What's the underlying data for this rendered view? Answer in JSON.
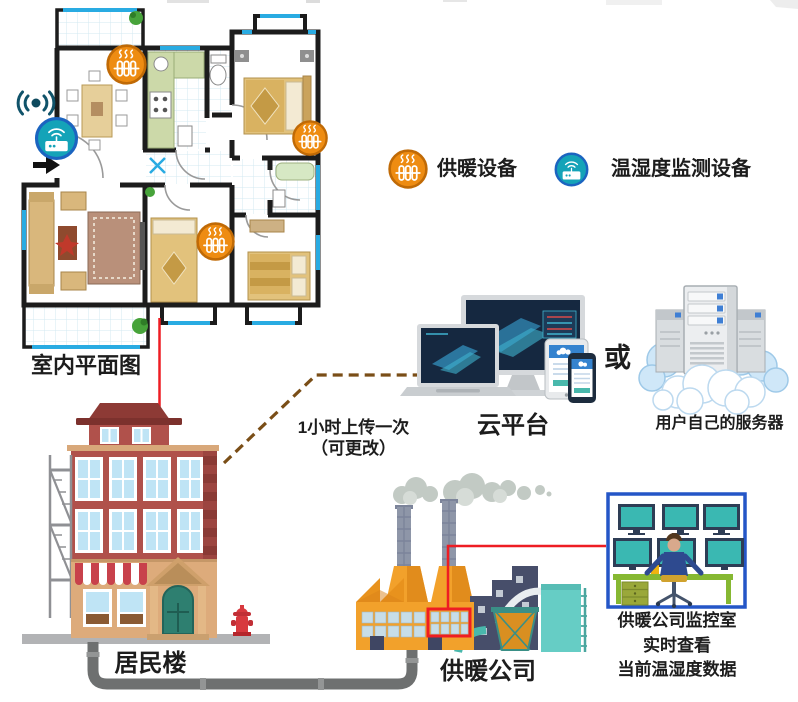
{
  "legend": {
    "heating": "供暖设备",
    "monitoring": "温湿度监测设备",
    "heating_icon": "radiator-icon",
    "monitoring_icon": "wifi-router-icon"
  },
  "floor_plan": {
    "label": "室内平面图"
  },
  "residential_building": {
    "label": "居民楼"
  },
  "upload_note": {
    "line1": "1小时上传一次",
    "line2": "（可更改）"
  },
  "cloud_platform": {
    "label": "云平台"
  },
  "or_text": "或",
  "user_server": {
    "label": "用户自己的服务器"
  },
  "heating_company": {
    "label": "供暖公司"
  },
  "monitor_room": {
    "line1": "供暖公司监控室",
    "line2": "实时查看",
    "line3": "当前温湿度数据"
  },
  "colors": {
    "heating_orange": "#EE8C12",
    "monitoring_teal": "#14A3B8",
    "accent_red": "#EE1D23",
    "box_blue": "#2456C7",
    "dash_brown": "#7A4E17"
  }
}
